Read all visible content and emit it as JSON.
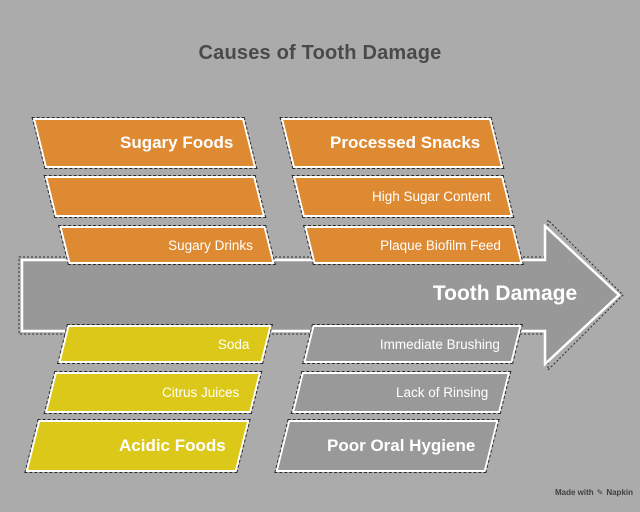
{
  "title": "Causes of Tooth Damage",
  "arrow": {
    "label": "Tooth Damage"
  },
  "colors": {
    "background": "#ababab",
    "orange": "#de8a33",
    "yellow": "#dcc819",
    "gray": "#999999",
    "arrow_fill": "#989898",
    "border": "#ffffff",
    "sketch": "#2a2a2a",
    "title_text": "#4a4a4a",
    "box_text": "#ffffff"
  },
  "branches": {
    "top_left": {
      "theme": "orange",
      "items": [
        {
          "label": "Sugary Foods",
          "style": "header"
        },
        {
          "label": "",
          "style": "item"
        },
        {
          "label": "Sugary Drinks",
          "style": "item"
        }
      ]
    },
    "top_right": {
      "theme": "orange",
      "items": [
        {
          "label": "Processed Snacks",
          "style": "header"
        },
        {
          "label": "High Sugar Content",
          "style": "item"
        },
        {
          "label": "Plaque Biofilm Feed",
          "style": "item"
        }
      ]
    },
    "bottom_left": {
      "theme": "yellow",
      "items": [
        {
          "label": "Soda",
          "style": "item"
        },
        {
          "label": "Citrus Juices",
          "style": "item"
        },
        {
          "label": "Acidic Foods",
          "style": "header"
        }
      ]
    },
    "bottom_right": {
      "theme": "gray",
      "items": [
        {
          "label": "Immediate Brushing",
          "style": "item"
        },
        {
          "label": "Lack of Rinsing",
          "style": "item"
        },
        {
          "label": "Poor Oral Hygiene",
          "style": "header"
        }
      ]
    }
  },
  "watermark": {
    "prefix": "Made with",
    "brand": "Napkin"
  }
}
